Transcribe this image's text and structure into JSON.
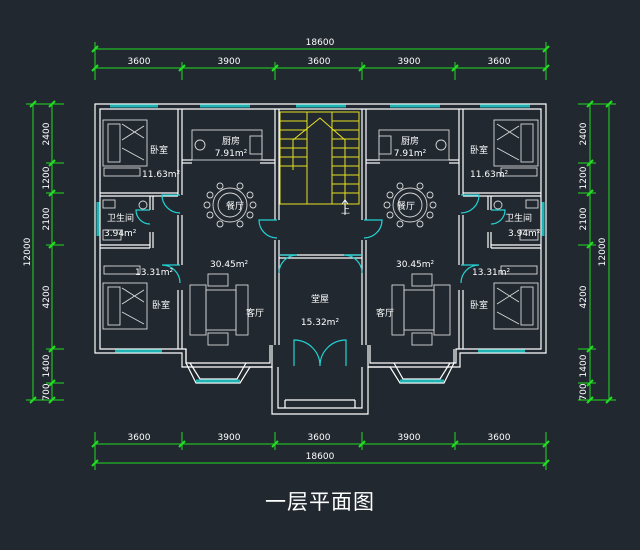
{
  "dimensions": {
    "top_total": "18600",
    "top_segments": [
      "3600",
      "3900",
      "3600",
      "3900",
      "3600"
    ],
    "bottom_total": "18600",
    "bottom_segments": [
      "3600",
      "3900",
      "3600",
      "3900",
      "3600"
    ],
    "left_total": "12000",
    "left_segments": [
      "2400",
      "1200",
      "2100",
      "4200",
      "1400",
      "700"
    ],
    "right_total": "12000",
    "right_segments": [
      "2400",
      "1200",
      "2100",
      "4200",
      "1400",
      "700"
    ]
  },
  "rooms": {
    "left_bedroom_top": {
      "name": "卧室",
      "area": "11.63m²"
    },
    "left_kitchen": {
      "name": "厨房",
      "area": "7.91m²"
    },
    "left_bath": {
      "name": "卫生间",
      "area": "3.94m²"
    },
    "left_dining": {
      "name": "餐厅"
    },
    "left_living_area": {
      "area": "30.45m²"
    },
    "left_bedroom_bottom": {
      "name": "卧室",
      "area": "13.31m²"
    },
    "left_living": {
      "name": "客厅"
    },
    "hall": {
      "name": "堂屋",
      "area": "15.32m²"
    },
    "right_kitchen": {
      "name": "厨房",
      "area": "7.91m²"
    },
    "right_bedroom_top": {
      "name": "卧室",
      "area": "11.63m²"
    },
    "right_bath": {
      "name": "卫生间",
      "area": "3.94m²"
    },
    "right_dining": {
      "name": "餐厅"
    },
    "right_living_area": {
      "area": "30.45m²"
    },
    "right_bedroom_bottom": {
      "name": "卧室",
      "area": "13.31m²"
    },
    "right_living": {
      "name": "客厅"
    }
  },
  "stair_label": "上",
  "caption": "一层平面图",
  "colors": {
    "background": "#212830",
    "wall": "#ffffff",
    "dimension": "#22dd22",
    "window": "#1fb3b3",
    "door": "#22d3d3",
    "stair": "#e8e020",
    "furniture": "#d8d8d8"
  }
}
